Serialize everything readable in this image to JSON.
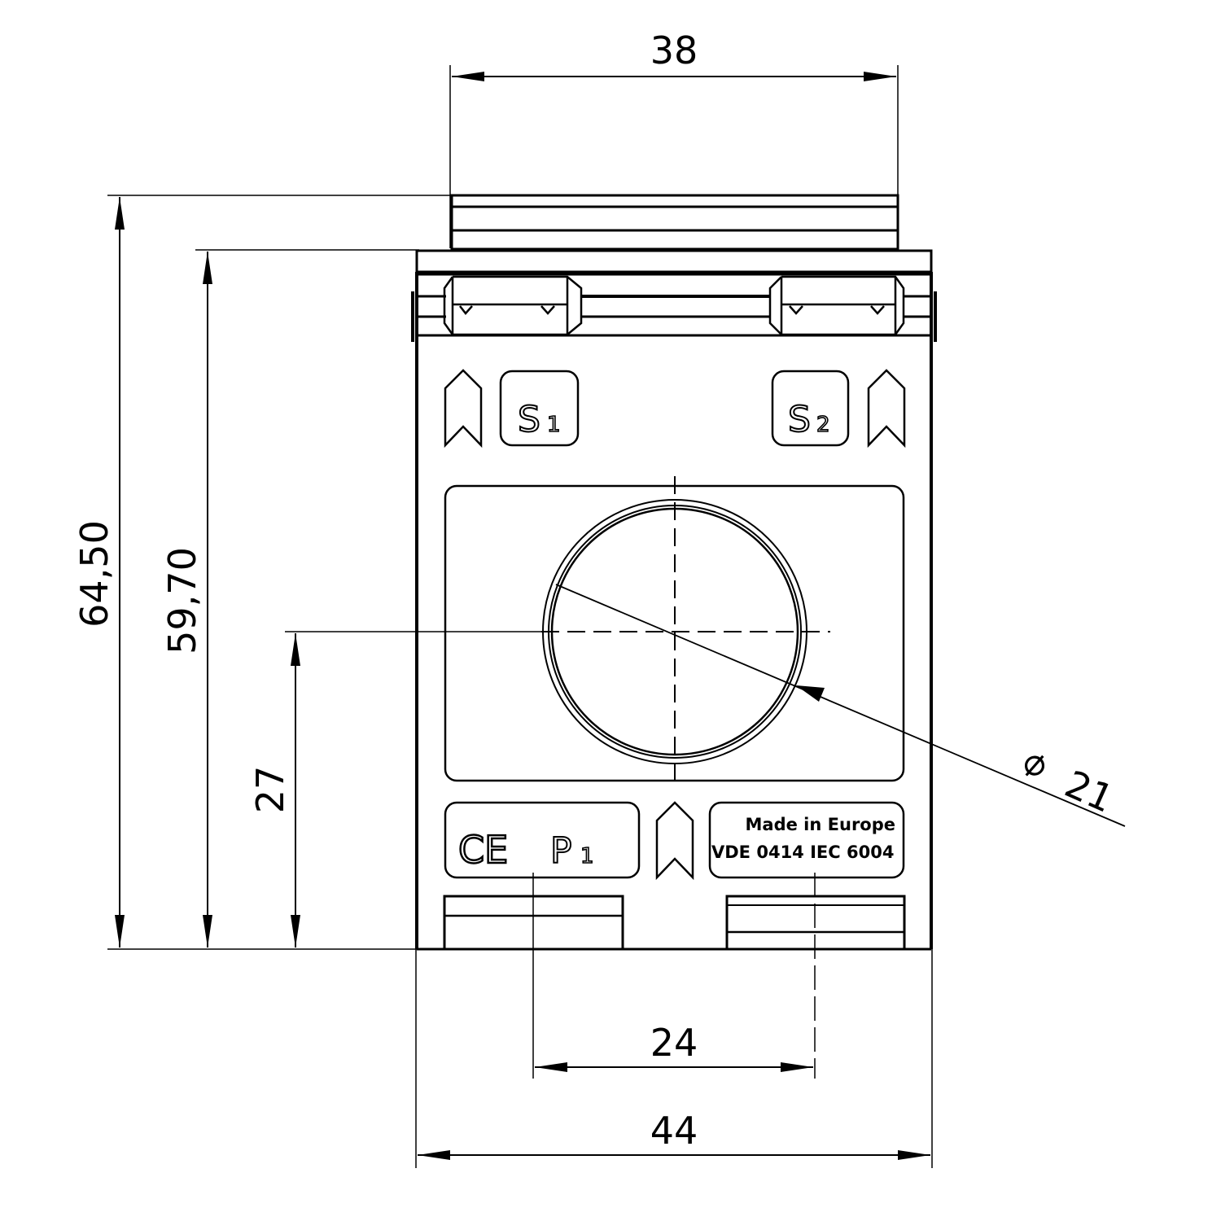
{
  "drawing": {
    "title": "Current transformer dimensional drawing (front view)",
    "units": "mm",
    "line_color": "#000000",
    "background": "#ffffff"
  },
  "dimensions": {
    "top_width": "38",
    "overall_height": "64,50",
    "body_height": "59,70",
    "center_height": "27",
    "terminal_spacing": "24",
    "overall_width": "44",
    "aperture_diameter_symbol": "⌀",
    "aperture_diameter": "21"
  },
  "markings": {
    "s1": {
      "letter": "S",
      "sub": "1"
    },
    "s2": {
      "letter": "S",
      "sub": "2"
    },
    "ce": "CE",
    "p1": {
      "letter": "P",
      "sub": "1"
    },
    "label_line1": "Made in Europe",
    "label_line2": "VDE 0414 IEC 6004"
  },
  "icons": {
    "left_arrow_marker": "chevron-up-icon",
    "right_arrow_marker": "chevron-up-icon",
    "bottom_arrow_marker": "chevron-up-icon"
  }
}
